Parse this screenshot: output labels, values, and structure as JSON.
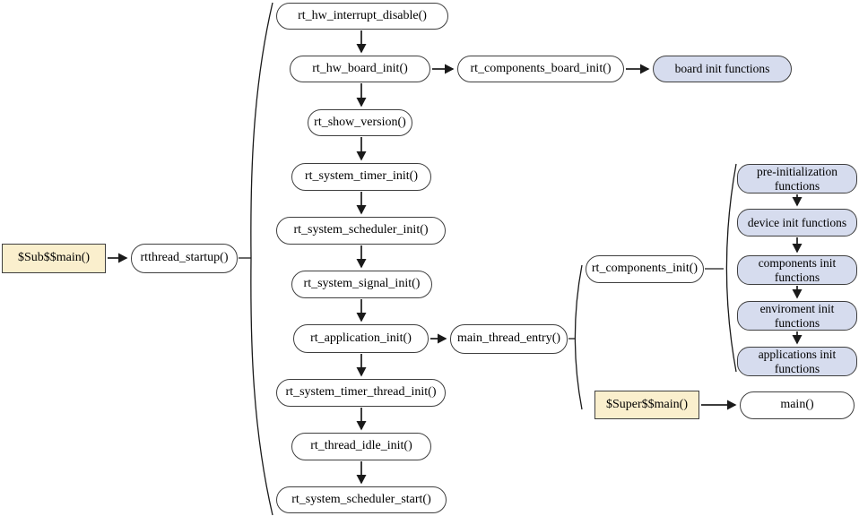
{
  "diagram": {
    "colors": {
      "box_border": "#3f3f3f",
      "highlight_fill": "#faefcd",
      "group_fill": "#d6dcee",
      "line": "#3d3d3d",
      "brace_line": "#1a1a1a"
    },
    "nodes": {
      "sub_main": {
        "label": "$Sub$$main()"
      },
      "rtthread_startup": {
        "label": "rtthread_startup()"
      },
      "hw_interrupt_disable": {
        "label": "rt_hw_interrupt_disable()"
      },
      "hw_board_init": {
        "label": "rt_hw_board_init()"
      },
      "components_board_init": {
        "label": "rt_components_board_init()"
      },
      "board_init_functions": {
        "label": "board init functions"
      },
      "show_version": {
        "label": "rt_show_version()"
      },
      "system_timer_init": {
        "label": "rt_system_timer_init()"
      },
      "system_scheduler_init": {
        "label": "rt_system_scheduler_init()"
      },
      "system_signal_init": {
        "label": "rt_system_signal_init()"
      },
      "application_init": {
        "label": "rt_application_init()"
      },
      "main_thread_entry": {
        "label": "main_thread_entry()"
      },
      "components_init": {
        "label": "rt_components_init()"
      },
      "pre_init_functions": {
        "label": "pre-initialization functions"
      },
      "device_init_functions": {
        "label": "device init functions"
      },
      "components_init_functions": {
        "label": "components init functions"
      },
      "enviroment_init_functions": {
        "label": "enviroment init functions"
      },
      "applications_init_functions": {
        "label": "applications init functions"
      },
      "system_timer_thread_init": {
        "label": "rt_system_timer_thread_init()"
      },
      "thread_idle_init": {
        "label": "rt_thread_idle_init()"
      },
      "system_scheduler_start": {
        "label": "rt_system_scheduler_start()"
      },
      "super_main": {
        "label": "$Super$$main()"
      },
      "main": {
        "label": "main()"
      }
    },
    "edges": [
      {
        "from": "sub_main",
        "to": "rtthread_startup",
        "style": "arrow"
      },
      {
        "from": "rtthread_startup",
        "to": "startup-sequence-brace",
        "style": "brace"
      },
      {
        "from": "hw_interrupt_disable",
        "to": "hw_board_init",
        "style": "arrow"
      },
      {
        "from": "hw_board_init",
        "to": "components_board_init",
        "style": "arrow"
      },
      {
        "from": "components_board_init",
        "to": "board_init_functions",
        "style": "arrow"
      },
      {
        "from": "hw_board_init",
        "to": "show_version",
        "style": "arrow"
      },
      {
        "from": "show_version",
        "to": "system_timer_init",
        "style": "arrow"
      },
      {
        "from": "system_timer_init",
        "to": "system_scheduler_init",
        "style": "arrow"
      },
      {
        "from": "system_scheduler_init",
        "to": "system_signal_init",
        "style": "arrow"
      },
      {
        "from": "system_signal_init",
        "to": "application_init",
        "style": "arrow"
      },
      {
        "from": "application_init",
        "to": "main_thread_entry",
        "style": "arrow"
      },
      {
        "from": "main_thread_entry",
        "to": "thread-entry-brace",
        "style": "brace"
      },
      {
        "from": "components_init",
        "to": "components-init-brace",
        "style": "brace"
      },
      {
        "from": "pre_init_functions",
        "to": "device_init_functions",
        "style": "arrow"
      },
      {
        "from": "device_init_functions",
        "to": "components_init_functions",
        "style": "arrow"
      },
      {
        "from": "components_init_functions",
        "to": "enviroment_init_functions",
        "style": "arrow"
      },
      {
        "from": "enviroment_init_functions",
        "to": "applications_init_functions",
        "style": "arrow"
      },
      {
        "from": "application_init",
        "to": "system_timer_thread_init",
        "style": "arrow"
      },
      {
        "from": "system_timer_thread_init",
        "to": "thread_idle_init",
        "style": "arrow"
      },
      {
        "from": "thread_idle_init",
        "to": "system_scheduler_start",
        "style": "arrow"
      },
      {
        "from": "super_main",
        "to": "main",
        "style": "arrow"
      }
    ]
  }
}
